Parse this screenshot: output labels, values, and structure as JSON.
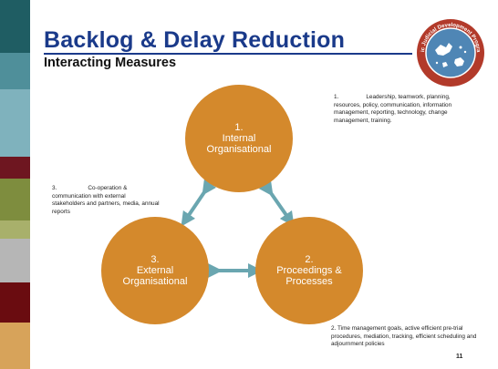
{
  "slide": {
    "title": "Backlog & Delay Reduction",
    "subtitle": "Interacting Measures",
    "stripe_colors": [
      "#1f5d63",
      "#4f8f9a",
      "#7fb2bd",
      "#6e1620",
      "#7e8d3e",
      "#a8b06b",
      "#b6b6b6",
      "#8a8a8a",
      "#6a0c10",
      "#d7a35a"
    ],
    "circle_color": "#d4892c",
    "arrow_color": "#6aa6b0",
    "logo": {
      "text": "Pacific Judicial Development Programme",
      "icon": "pacific-map-seal-icon"
    },
    "circles": [
      {
        "number": "1.",
        "label": "Internal\nOrganisational"
      },
      {
        "number": "2.",
        "label": "Proceedings &\nProcesses"
      },
      {
        "number": "3.",
        "label": "External\nOrganisational"
      }
    ],
    "notes": {
      "internal": {
        "num": "1.",
        "text": "Leadership, teamwork, planning, resources, policy, communication, information management, reporting, technology, change management, training."
      },
      "external": {
        "num": "3.",
        "text": "Co-operation & communication with external stakeholders and partners, media, annual reports"
      },
      "proceedings": {
        "text": "2. Time management goals, active efficient pre-trial procedures, mediation, tracking, efficient scheduling and adjournment policies"
      }
    },
    "page_number": "11"
  }
}
